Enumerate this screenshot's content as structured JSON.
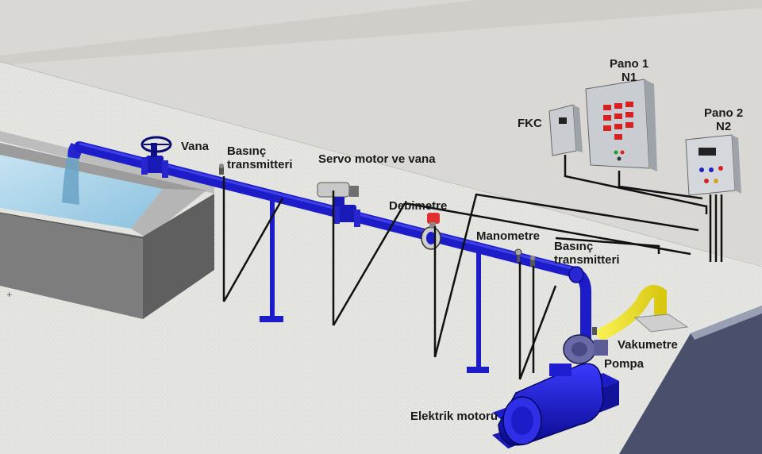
{
  "labels": {
    "vana": "Vana",
    "basinc1_line1": "Basınç",
    "basinc1_line2": "transmitteri",
    "servo": "Servo motor ve vana",
    "debimetre": "Debimetre",
    "manometre": "Manometre",
    "basinc2_line1": "Basınç",
    "basinc2_line2": "transmitteri",
    "vakumetre": "Vakumetre",
    "pompa": "Pompa",
    "elektrik_motoru": "Elektrik motoru",
    "fkc": "FKC",
    "pano1_line1": "Pano 1",
    "pano1_line2": "N1",
    "pano2_line1": "Pano 2",
    "pano2_line2": "N2"
  },
  "colors": {
    "pipe": "#1c1cc8",
    "pipe_dark": "#0a0a80",
    "floor": "#e6e6e3",
    "wall": "#dcdad6",
    "tank_water": "#a9d3ea",
    "suction_pipe": "#f0e020",
    "cable": "#111111",
    "panel": "#c9cdd2"
  }
}
